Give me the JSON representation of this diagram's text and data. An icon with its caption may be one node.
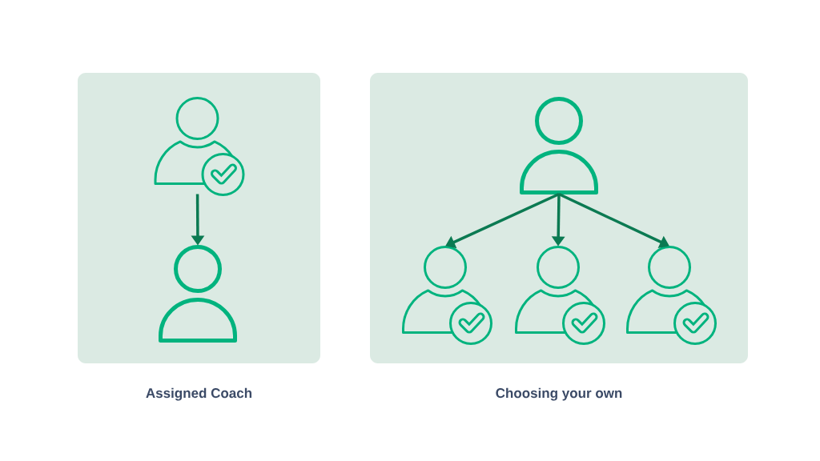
{
  "diagram": {
    "nodes": [
      {
        "text": [
          "Assigned Coach"
        ]
      },
      {
        "text": [],
        "shape": "person",
        "in": 0
      },
      {
        "text": [],
        "shape": "person",
        "in": 0
      },
      {
        "text": [
          "Choosing your own"
        ]
      },
      {
        "text": [],
        "shape": "person",
        "in": 3
      },
      {
        "text": [],
        "shape": "person",
        "in": 3
      },
      {
        "text": [],
        "shape": "person",
        "in": 3
      },
      {
        "text": [],
        "shape": "person",
        "in": 3
      }
    ],
    "edges": [
      {
        "from": 1,
        "to": 2,
        "arrow": "to"
      },
      {
        "from": 4,
        "to": 5,
        "arrow": "to"
      },
      {
        "from": 4,
        "to": 6,
        "arrow": "to"
      },
      {
        "from": 4,
        "to": 7,
        "arrow": "to"
      }
    ]
  }
}
